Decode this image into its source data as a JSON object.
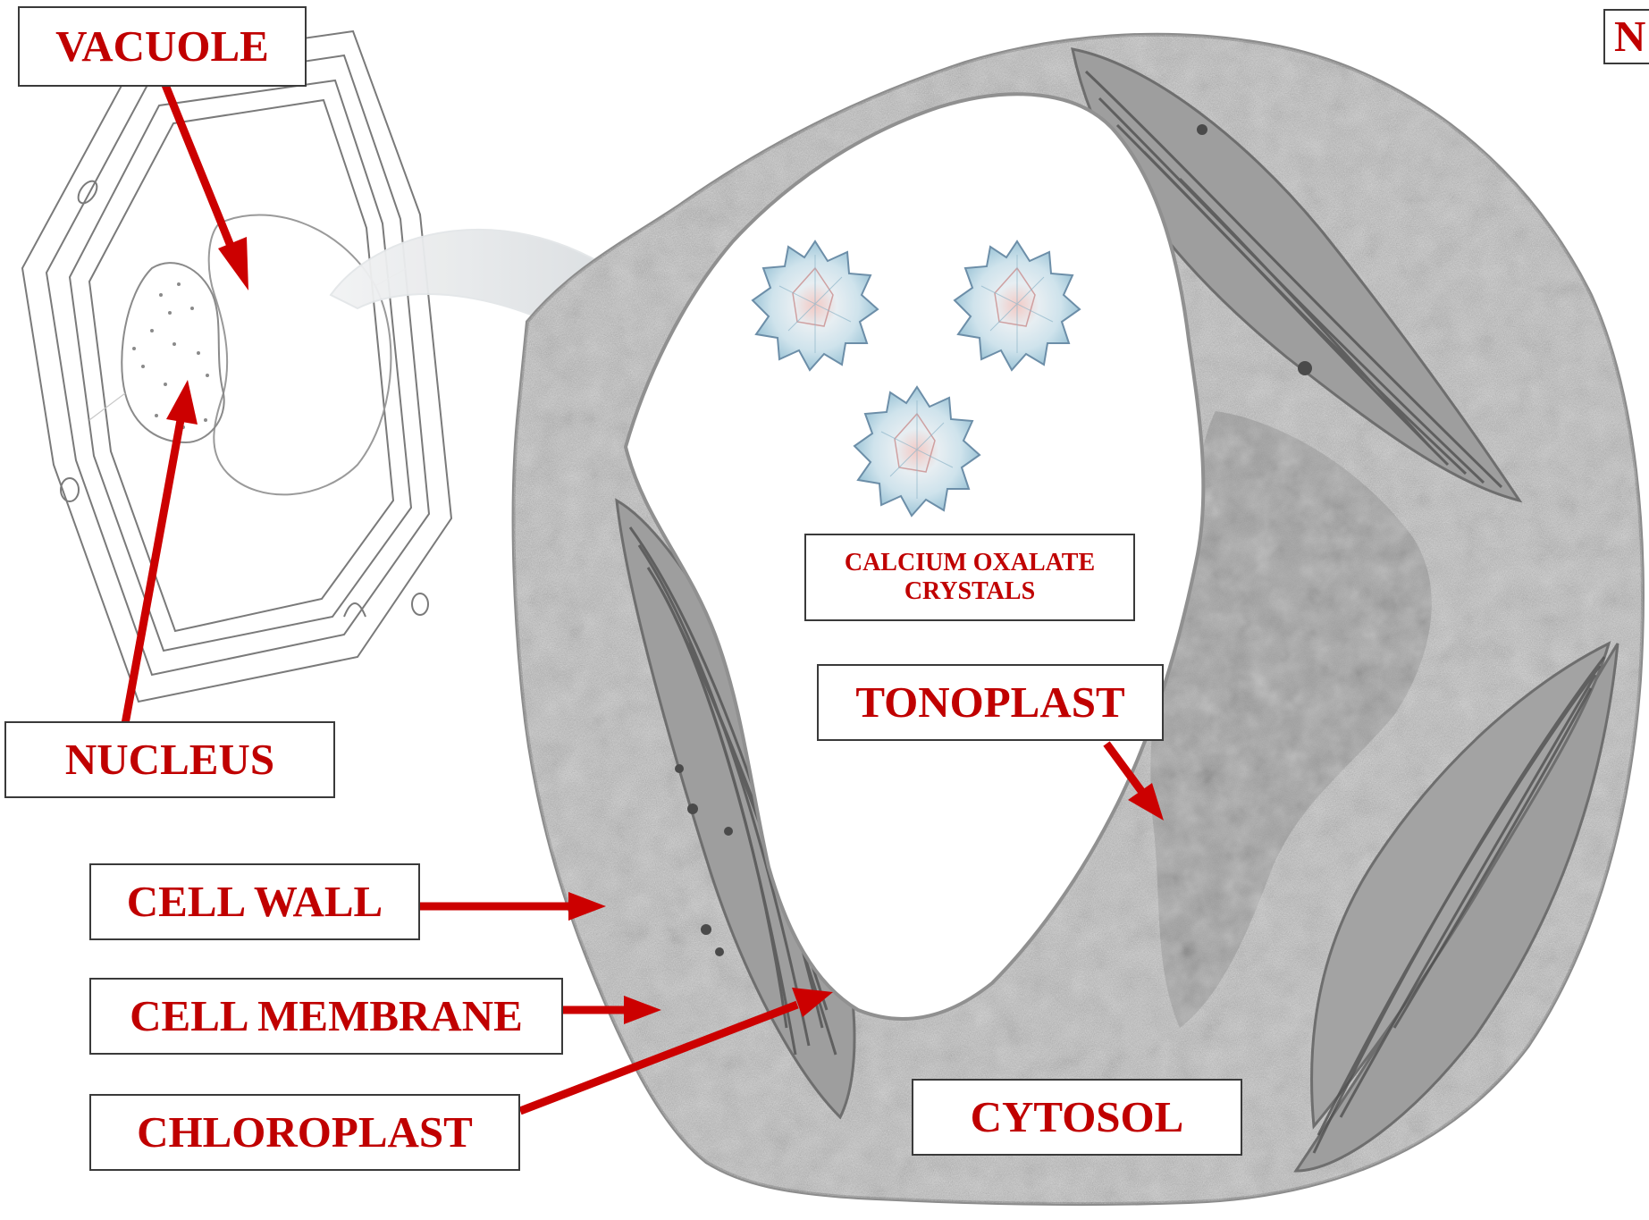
{
  "labels": {
    "vacuole": "VACUOLE",
    "nucleus": "NUCLEUS",
    "cell_wall": "CELL WALL",
    "cell_membrane": "CELL MEMBRANE",
    "chloroplast": "CHLOROPLAST",
    "crystals_line1": "CALCIUM OXALATE",
    "crystals_line2": "CRYSTALS",
    "tonoplast": "TONOPLAST",
    "cytosol": "CYTOSOL",
    "corner": "N"
  },
  "colors": {
    "label_text": "#c00000",
    "arrow": "#cc0000",
    "label_border": "#3a3a3a",
    "micrograph_tone": "#a9a9a9"
  }
}
